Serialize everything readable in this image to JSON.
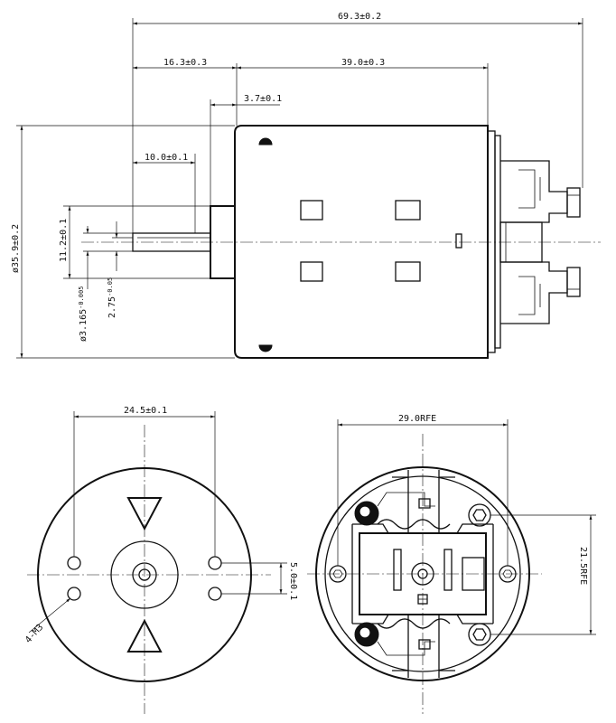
{
  "side_view": {
    "overall_length": "69.3±0.2",
    "front_length": "16.3±0.3",
    "body_length": "39.0±0.3",
    "boss_length": "3.7±0.1",
    "shaft_length": "10.0±0.1",
    "boss_diameter": "11.2±0.1",
    "body_diameter": "ø35.9±0.2",
    "shaft_diameter": "ø3.165",
    "shaft_diameter_tol": "-0.005",
    "flat_height": "2.75",
    "flat_height_tol": "-0.05"
  },
  "front_view": {
    "hole_spacing": "24.5±0.1",
    "hole_pitch": "5.0±0.1",
    "screw_holes": "4-M3"
  },
  "rear_view": {
    "width_ref": "29.0RFE",
    "height_ref": "21.5RFE"
  }
}
